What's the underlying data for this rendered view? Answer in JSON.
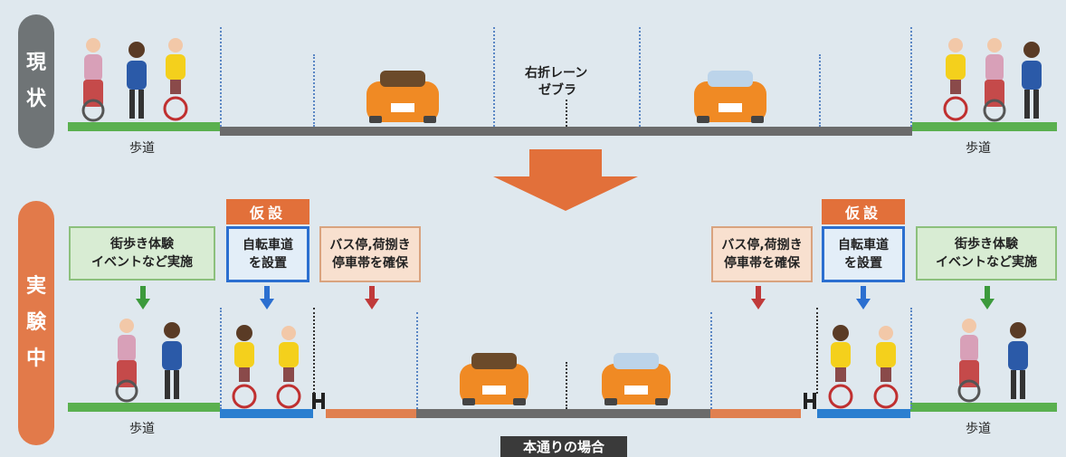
{
  "side_labels": {
    "current": [
      "現",
      "状"
    ],
    "experiment": [
      "実",
      "験",
      "中"
    ]
  },
  "current": {
    "sidewalk_left": "歩道",
    "sidewalk_right": "歩道",
    "center_label_line1": "右折レーン",
    "center_label_line2": "ゼブラ"
  },
  "experiment": {
    "sidewalk_left": "歩道",
    "sidewalk_right": "歩道",
    "temp_tag": "仮設",
    "box_walk_event": [
      "街歩き体験",
      "イベントなど実施"
    ],
    "box_bike_lane": [
      "自転車道",
      "を設置"
    ],
    "box_bus_stop": [
      "バス停、荷捌き",
      "停車帯を確保"
    ],
    "bus_stop_label_left": "バス停,荷捌き",
    "bus_stop_label_right": "バス停,荷捌き"
  },
  "footer": "本通りの場合",
  "colors": {
    "green": "#5ab04f",
    "road": "#6b6b6b",
    "bike": "#2b7fd0",
    "parking": "#e08050",
    "arrow": "#e2703a",
    "car": "#f08a24"
  },
  "icons": [
    "car-icon",
    "pedestrian-icon",
    "cyclist-icon",
    "wheelchair-icon",
    "down-arrow-icon"
  ]
}
